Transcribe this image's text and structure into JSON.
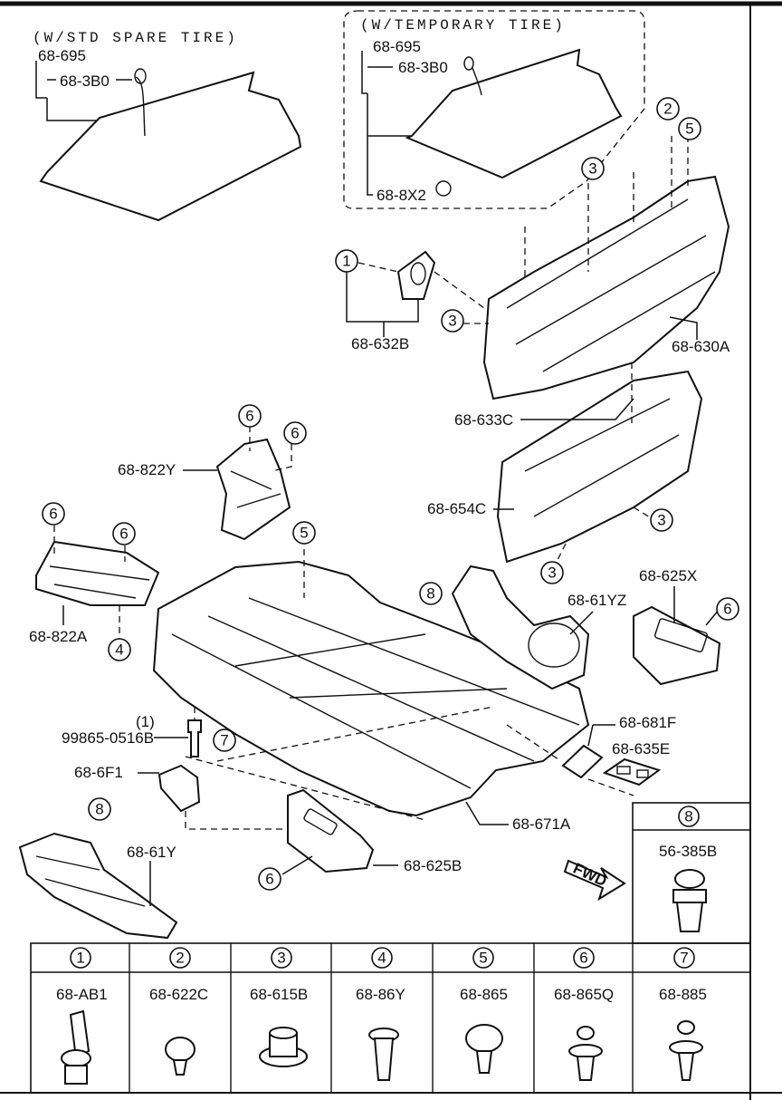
{
  "headers": {
    "std_spare": "(W/STD  SPARE  TIRE)",
    "temp_tire": "(W/TEMPORARY  TIRE)"
  },
  "parts": {
    "p68_695_a": "68-695",
    "p68_3b0_a": "68-3B0",
    "p68_695_b": "68-695",
    "p68_3b0_b": "68-3B0",
    "p68_8x2": "68-8X2",
    "p68_632b": "68-632B",
    "p68_630a": "68-630A",
    "p68_633c": "68-633C",
    "p68_822y": "68-822Y",
    "p68_654c": "68-654C",
    "p68_822a": "68-822A",
    "p68_625x": "68-625X",
    "p68_61yz": "68-61YZ",
    "p68_681f": "68-681F",
    "p68_635e": "68-635E",
    "p99865": "99865-0516B",
    "p99865_qty": "(1)",
    "p68_6f1": "68-6F1",
    "p68_671a": "68-671A",
    "p68_61y": "68-61Y",
    "p68_625b": "68-625B",
    "p56_385b": "56-385B"
  },
  "callouts": [
    "1",
    "2",
    "3",
    "4",
    "5",
    "6",
    "7",
    "8"
  ],
  "fwd": "FWD",
  "fastener_table": [
    {
      "num": "1",
      "part": "68-AB1"
    },
    {
      "num": "2",
      "part": "68-622C"
    },
    {
      "num": "3",
      "part": "68-615B"
    },
    {
      "num": "4",
      "part": "68-86Y"
    },
    {
      "num": "5",
      "part": "68-865"
    },
    {
      "num": "6",
      "part": "68-865Q"
    },
    {
      "num": "7",
      "part": "68-885"
    }
  ],
  "clip_box": {
    "num": "8",
    "part": "56-385B"
  }
}
